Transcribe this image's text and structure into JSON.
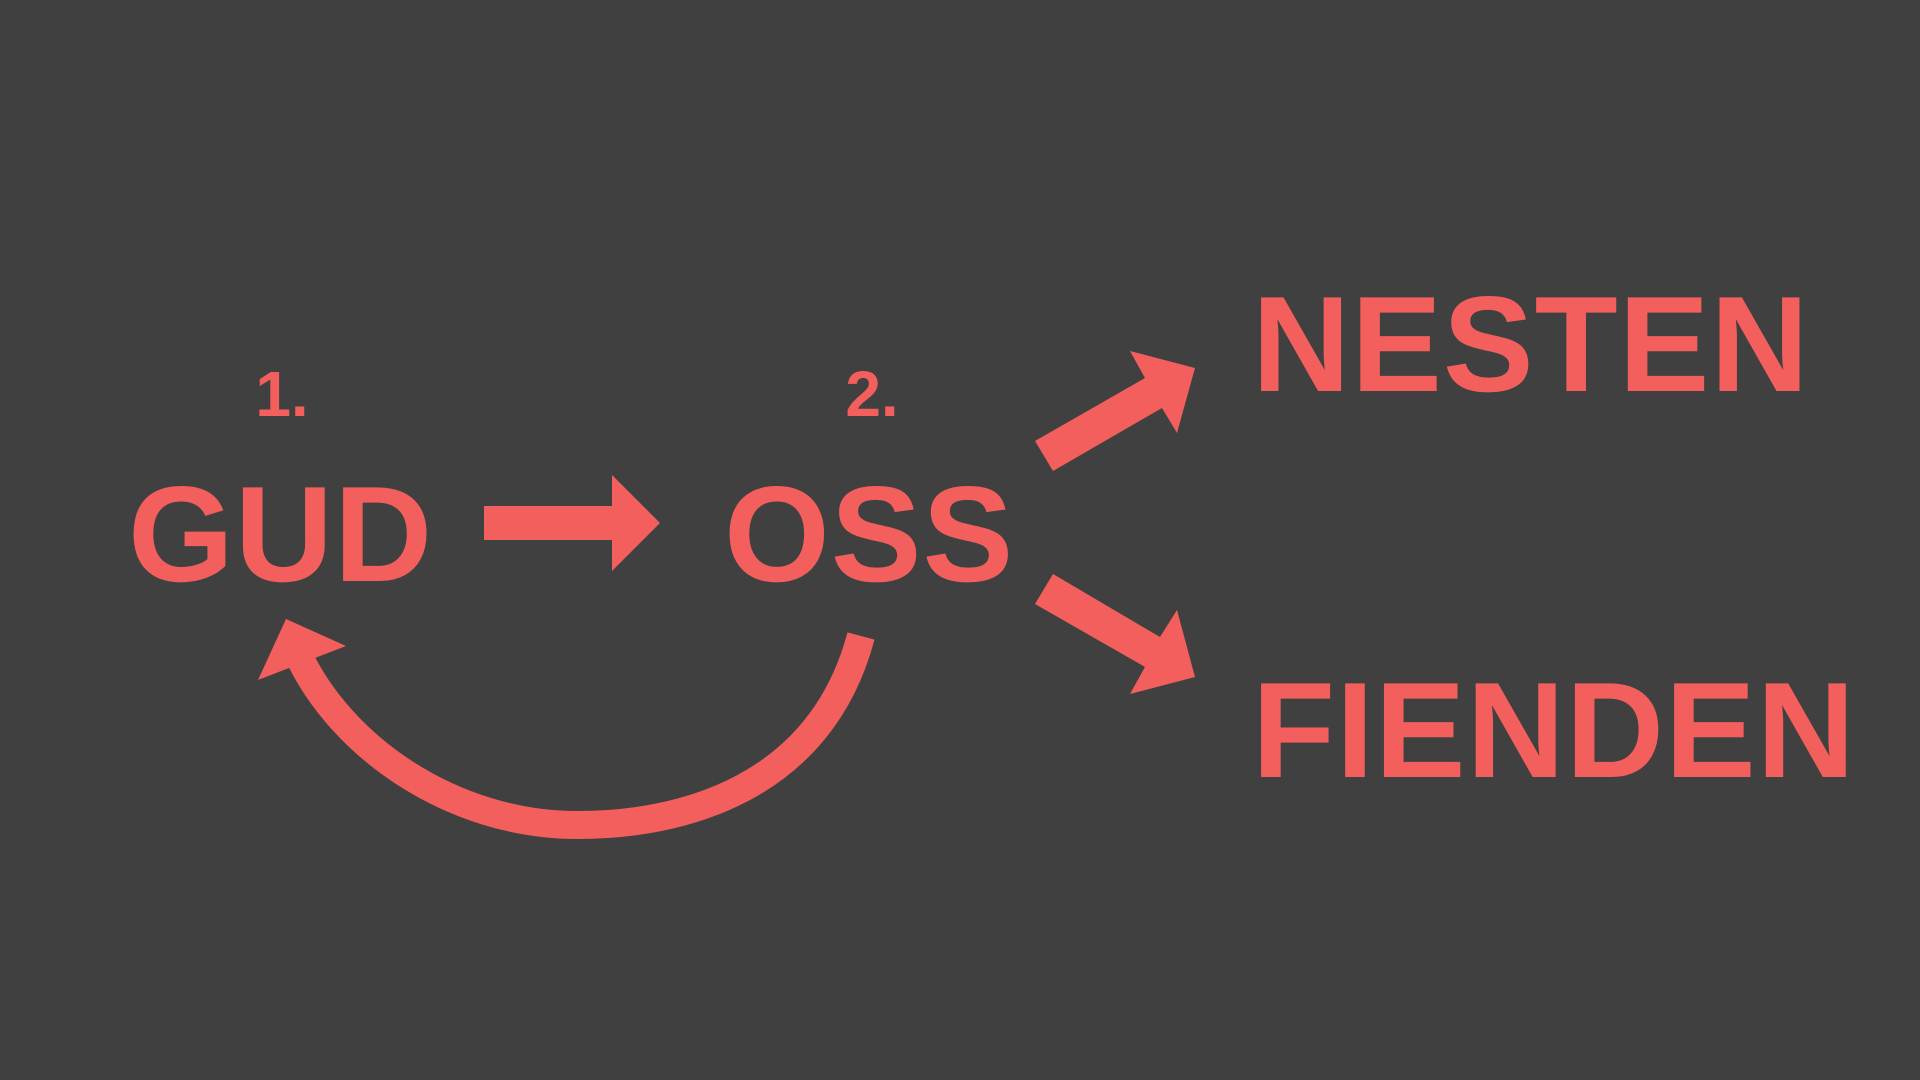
{
  "diagram": {
    "accent_color": "#F25F5C",
    "background_color": "#404040",
    "nodes": {
      "step1_number": "1.",
      "step2_number": "2.",
      "gud": "GUD",
      "oss": "OSS",
      "nesten": "NESTEN",
      "fienden": "FIENDEN"
    },
    "arrows": [
      {
        "from": "GUD",
        "to": "OSS"
      },
      {
        "from": "OSS",
        "to": "GUD"
      },
      {
        "from": "OSS",
        "to": "NESTEN"
      },
      {
        "from": "OSS",
        "to": "FIENDEN"
      }
    ]
  }
}
